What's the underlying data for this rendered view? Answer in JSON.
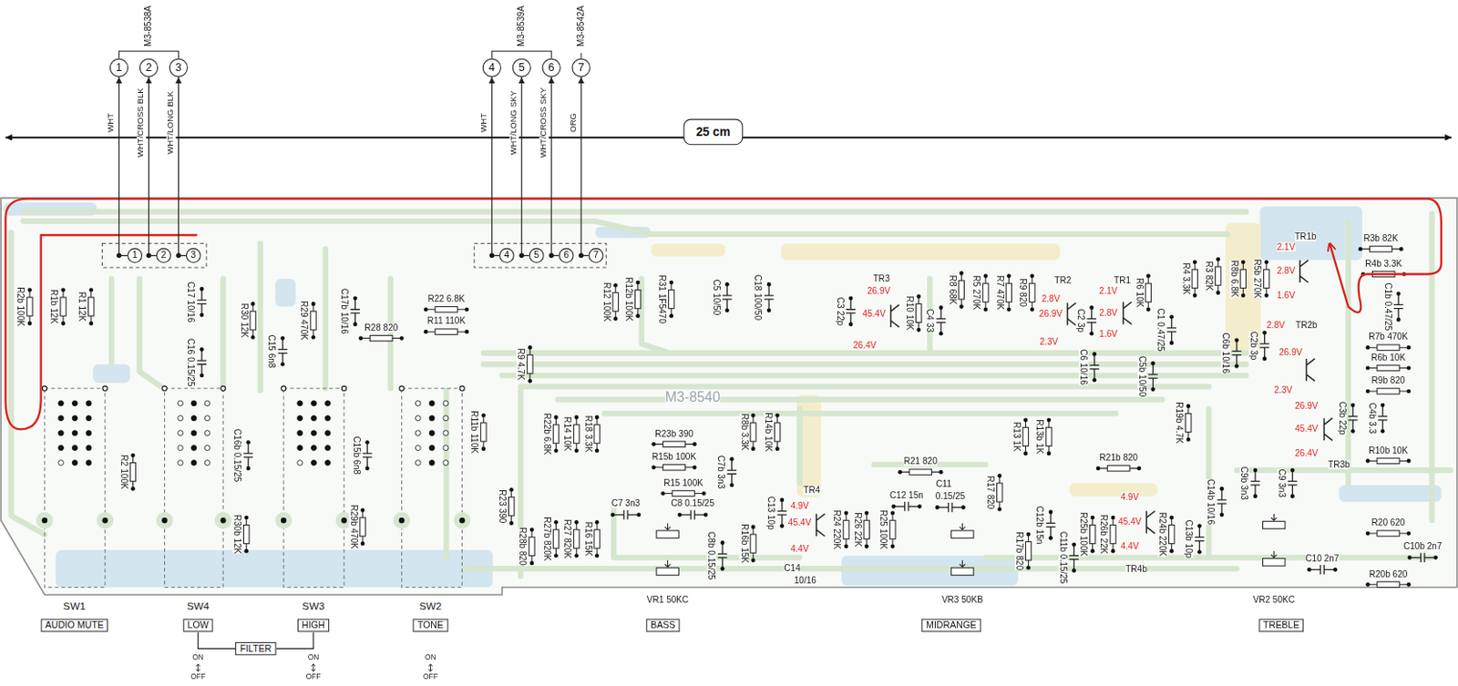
{
  "diagram": {
    "nodes": [
      {
        "text": [
          "1"
        ]
      },
      {
        "text": [
          "2"
        ]
      },
      {
        "text": [
          "3"
        ]
      },
      {
        "text": [
          "4"
        ]
      },
      {
        "text": [
          "5"
        ]
      },
      {
        "text": [
          "6"
        ]
      },
      {
        "text": [
          "7"
        ]
      },
      {
        "text": [
          "25 cm"
        ]
      },
      {
        "text": [
          "1"
        ]
      },
      {
        "text": [
          "2"
        ]
      },
      {
        "text": [
          "3"
        ]
      },
      {
        "text": [
          "4"
        ]
      },
      {
        "text": [
          "5"
        ]
      },
      {
        "text": [
          "6"
        ]
      },
      {
        "text": [
          "7"
        ]
      },
      {
        "text": [
          "AUDIO MUTE"
        ]
      },
      {
        "text": [
          "LOW"
        ]
      },
      {
        "text": [
          "HIGH"
        ]
      },
      {
        "text": [
          "TONE"
        ]
      },
      {
        "text": [
          "BASS"
        ]
      },
      {
        "text": [
          "MIDRANGE"
        ]
      },
      {
        "text": [
          "TREBLE"
        ]
      },
      {
        "text": [
          "FILTER"
        ]
      }
    ],
    "edges": [
      {
        "from": 8,
        "to": 0,
        "arrow": "to",
        "label": "WHT"
      },
      {
        "from": 9,
        "to": 1,
        "arrow": "to",
        "label": "WHT/CROSS BLK"
      },
      {
        "from": 10,
        "to": 2,
        "arrow": "to",
        "label": "WHT/LONG BLK"
      },
      {
        "from": 11,
        "to": 3,
        "arrow": "to",
        "label": "WHT"
      },
      {
        "from": 12,
        "to": 4,
        "arrow": "to",
        "label": "WHT/LONG SKY"
      },
      {
        "from": 13,
        "to": 5,
        "arrow": "to",
        "label": "WHT/CROSS SKY"
      },
      {
        "from": 14,
        "to": 6,
        "arrow": "to",
        "label": "ORG"
      },
      {
        "from": 16,
        "to": 22,
        "arrow": "none"
      },
      {
        "from": 17,
        "to": 22,
        "arrow": "none"
      }
    ],
    "labels": [
      "M3-8538A",
      "M3-8539A",
      "M3-8542A",
      "R2b 100K",
      "R1b 12K",
      "R1 12K",
      "R2 100K",
      "C17 10/16",
      "C16 0.15/25",
      "R30 12K",
      "C15 6n8",
      "R29 470K",
      "C17b 10/16",
      "R28 820",
      "R22 6.8K",
      "R11 110K",
      "R9 4.7K",
      "C16b 0.15/25",
      "R30b 12K",
      "C15b 6n8",
      "R29b 470K",
      "R11b 110K",
      "R23 390",
      "R28b 820",
      "R22b 6.8K",
      "R14 10K",
      "R18 3.3K",
      "R27b 820K",
      "R27 820K",
      "R16 15K",
      "R12 100K",
      "R12b 100K",
      "R31 1F5470",
      "C5 10/50",
      "C18 100/50",
      "M3-8540",
      "R23b 390",
      "R15b 100K",
      "R15 100K",
      "C7 3n3",
      "C8 0.15/25",
      "C7b 3n3",
      "C8b 0.15/25",
      "R8b 3.3K",
      "R14b 10K",
      "R16b 15K",
      "VR1 50KC",
      "C13 10p",
      "TR4",
      "4.9V",
      "45.4V",
      "4.4V",
      "C14",
      "10/16",
      "R24 220K",
      "R26 22K",
      "R25 100K",
      "R21 820",
      "C12 15n",
      "C11",
      "0.15/25",
      "VR3 50KB",
      "R17 820",
      "R13 1K",
      "R13b 1K",
      "R17b 820",
      "C12b 15n",
      "C11b 0.15/25",
      "R25b 100K",
      "R26b 22K",
      "R21b 820",
      "4.9V",
      "45.4V",
      "4.4V",
      "TR4b",
      "R24b 220K",
      "C13b 10p",
      "C14b 10/16",
      "R19b 4.7K",
      "C9b 3n3",
      "C9 3n3",
      "VR2 50KC",
      "R20 620",
      "C10b 2n7",
      "C10 2n7",
      "R20b 620",
      "C3 22p",
      "TR3",
      "26.9V",
      "45.4V",
      "26.4V",
      "R10 10K",
      "C4 33",
      "R8 68K",
      "R5 270K",
      "R7 470K",
      "R9 820",
      "TR2",
      "2.8V",
      "26.9V",
      "2.3V",
      "C2 3p",
      "TR1",
      "2.1V",
      "2.8V",
      "1.6V",
      "R6 10K",
      "C1 0.47/25",
      "R4 3.3K",
      "R3 82K",
      "R8b 6.8K",
      "R5b 270K",
      "TR1b",
      "2.1V",
      "2.8V",
      "1.6V",
      "R3b 82K",
      "R4b 3.3K",
      "C1b 0.47/25",
      "C6 10/16",
      "C5b 10/50",
      "C6b 10/16",
      "C2b 3p",
      "TR2b",
      "2.8V",
      "26.9V",
      "2.3V",
      "R7b 470K",
      "R6b 10K",
      "R9b 820",
      "26.9V",
      "45.4V",
      "26.4V",
      "TR3b",
      "C3b 22p",
      "C4b 3.3",
      "R10b 10K",
      "SW1",
      "SW4",
      "SW3",
      "SW2",
      "ON",
      "OFF",
      "ON",
      "OFF",
      "ON",
      "OFF"
    ]
  }
}
